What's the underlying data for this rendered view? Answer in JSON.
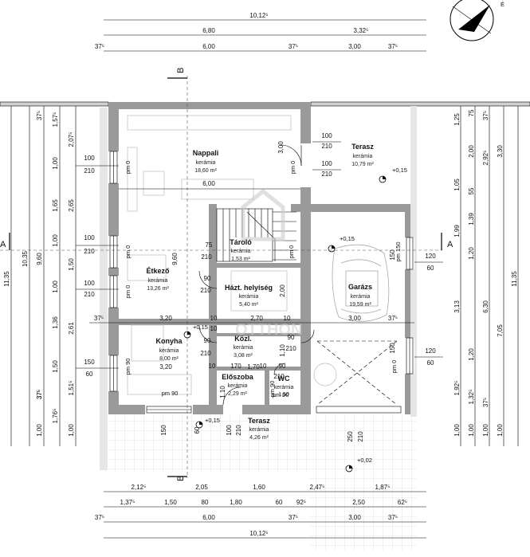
{
  "rooms": {
    "nappali": {
      "name": "Nappali",
      "material": "kerámia",
      "area": "18,60 m²"
    },
    "terasz_top": {
      "name": "Terasz",
      "material": "kerámia",
      "area": "10,79 m²"
    },
    "tarolo": {
      "name": "Tároló",
      "material": "kerámia",
      "area": "1,53 m²"
    },
    "etkezo": {
      "name": "Étkező",
      "material": "kerámia",
      "area": "13,26 m²"
    },
    "haztartasi": {
      "name": "Házt. helyiség",
      "material": "kerámia",
      "area": "5,40 m²"
    },
    "garazs": {
      "name": "Garázs",
      "material": "kerámia",
      "area": "19,59 m²"
    },
    "konyha": {
      "name": "Konyha",
      "material": "kerámia",
      "area": "8,00 m²"
    },
    "kozl": {
      "name": "Közl.",
      "material": "kerámia",
      "area": "3,08 m²"
    },
    "eloszoba": {
      "name": "Előszoba",
      "material": "kerámia",
      "area": "2,29 m²"
    },
    "wc": {
      "name": "WC",
      "material": "kerámia",
      "area": "1,50"
    },
    "terasz_bottom": {
      "name": "Terasz",
      "material": "kerámia",
      "area": "4,26 m²"
    }
  },
  "levels": {
    "top_terrace": "+0,15",
    "garage": "+0,15",
    "kitchen": "+0,15",
    "entrance": "+0,15",
    "yard": "+0,02"
  },
  "section_marks": {
    "b_top": "B",
    "b_bottom": "B",
    "a_left": "A",
    "a_right": "A"
  },
  "north_label": "É",
  "watermark": "OTTHON",
  "dims_top": {
    "total": "10,12⁵",
    "row2": [
      "6,80",
      "3,32⁵"
    ],
    "row3": [
      "37⁵",
      "6,00",
      "37⁵",
      "3,00",
      "37⁵"
    ]
  },
  "dims_bottom": {
    "row1": [
      "2,12⁵",
      "2,05",
      "1,60",
      "2,47⁵",
      "1,87⁵"
    ],
    "row2": [
      "1,37⁵",
      "1,50",
      "80",
      "1,80",
      "60",
      "92⁵",
      "2,50",
      "62⁵"
    ],
    "row3": [
      "37⁵",
      "6,00",
      "37⁵",
      "3,00",
      "37⁵"
    ],
    "total": "10,12⁵"
  },
  "dims_left": {
    "outer": "11,35",
    "col2": "10,35",
    "col3": [
      "37⁵",
      "9,60",
      "37⁵"
    ],
    "col4": [
      "1,57⁵",
      "2,07⁵",
      "1,00",
      "1,65",
      "1,00",
      "1,50",
      "1,00",
      "1,36",
      "1,50",
      "1,51⁵",
      "37⁵",
      "1,76⁵",
      "1,00"
    ],
    "col5": [
      "2,65",
      "2,61",
      "1,00"
    ]
  },
  "dims_right": {
    "outer": "11,35",
    "col2": [
      "3,30",
      "7,05",
      "1,00"
    ],
    "col3": [
      "2,92⁵",
      "6,30",
      "1,00"
    ],
    "col4": [
      "75",
      "2,00",
      "55",
      "1,39",
      "1,20",
      "3,13",
      "1,20",
      "1,32⁵",
      "1,00"
    ],
    "col5": [
      "1,25",
      "1,05",
      "1,99",
      "1,92⁵",
      "1,00"
    ],
    "col6": [
      "37⁵",
      "37⁵"
    ]
  },
  "openings": {
    "nappali_door": [
      "100",
      "210"
    ],
    "terasz_door": [
      "100",
      "210"
    ],
    "terasz_door2": [
      "100",
      "210"
    ],
    "etkezo_win1": [
      "100",
      "210"
    ],
    "etkezo_win2": [
      "100",
      "210"
    ],
    "konyha_win": [
      "150",
      "60"
    ],
    "garazs_win1": [
      "120",
      "60"
    ],
    "garazs_win2": [
      "120",
      "60"
    ],
    "tarolo_door": [
      "75",
      "210"
    ],
    "hazt_door": [
      "90",
      "210"
    ],
    "konyha_door": [
      "90",
      "210"
    ],
    "kozl_door": [
      "90",
      "210"
    ],
    "kozl_door2": [
      "90",
      "210"
    ],
    "entrance_door": [
      "100",
      "210"
    ],
    "eloszoba_door": [
      "10",
      "170",
      "10"
    ],
    "garage_gate": [
      "250",
      "210"
    ],
    "terasz_post": [
      "150",
      "60"
    ]
  },
  "inner_dims": {
    "nappali_width": "6,00",
    "stairs_width": "3,20",
    "stair_band": "10",
    "hazt_width": "2,70",
    "garage_width": "3,00",
    "kozl_width": "1,70",
    "konyha_width": "3,20",
    "stair_h": "3,00",
    "hazt_h": "2,00",
    "kozl_h": "1,10",
    "eloszoba_h": "1,10",
    "wall_10a": "10",
    "wall_10b": "10",
    "wall_37a": "37⁵",
    "wall_37b": "37⁵",
    "gar_150": "150",
    "gar_150b": "150",
    "col_960": "9,60"
  },
  "pm_labels": [
    "pm 0",
    "pm 0",
    "pm 0",
    "pm 0",
    "pm 0",
    "pm 0",
    "pm 90",
    "pm 90",
    "pm 90",
    "pm 90",
    "pm 150"
  ]
}
